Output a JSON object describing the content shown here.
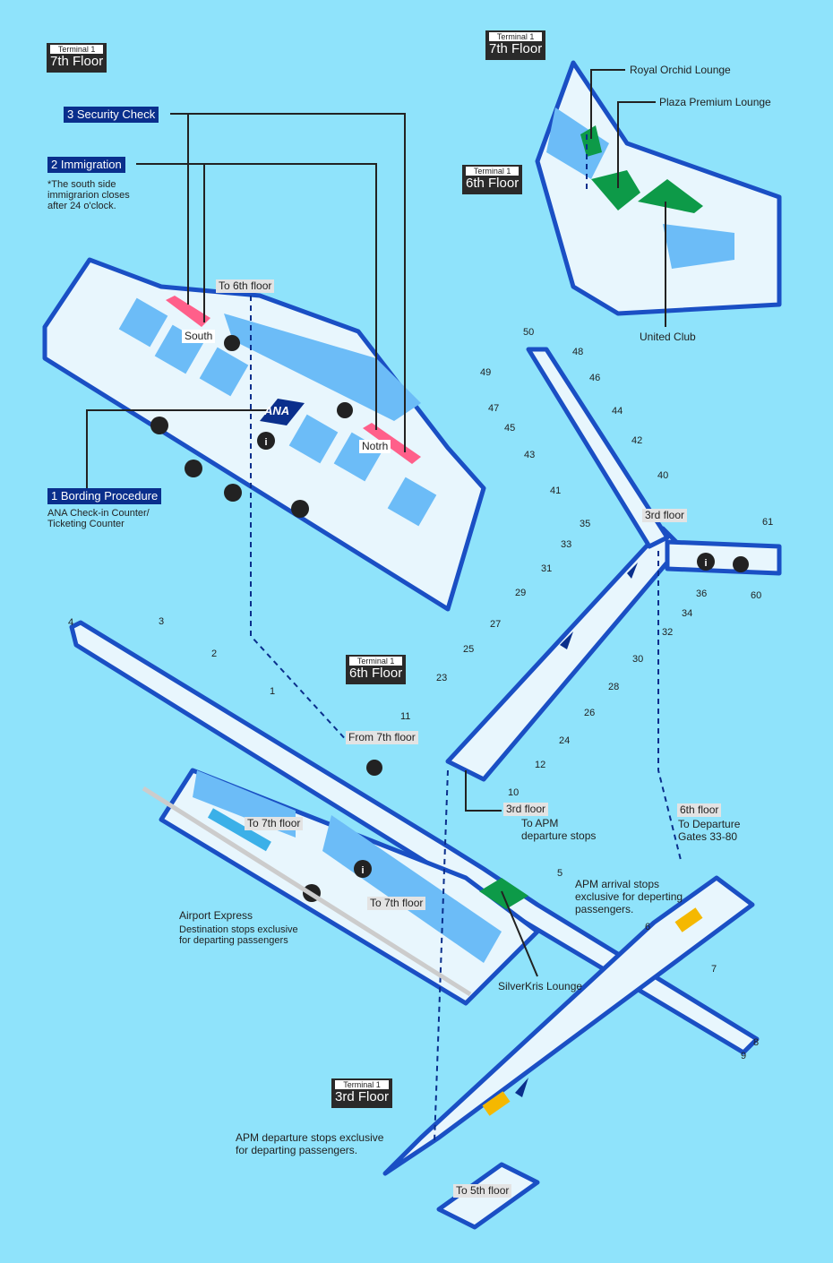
{
  "floor_badges": [
    {
      "terminal": "Terminal 1",
      "floor": "7th Floor"
    },
    {
      "terminal": "Terminal 1",
      "floor": "7th Floor"
    },
    {
      "terminal": "Terminal 1",
      "floor": "6th Floor"
    },
    {
      "terminal": "Terminal 1",
      "floor": "6th Floor"
    },
    {
      "terminal": "Terminal 1",
      "floor": "3rd Floor"
    }
  ],
  "steps": {
    "security": "3 Security Check",
    "immigration": "2 Immigration",
    "immigration_note": "*The south side\nimmigrarion closes\nafter 24 o'clock.",
    "boarding": "1 Bording Procedure",
    "boarding_note": "ANA Check-in Counter/\nTicketing Counter"
  },
  "labels": {
    "to_6th_floor": "To 6th floor",
    "south": "South",
    "north": "Notrh",
    "ana": "ANA",
    "royal_orchid": "Royal Orchid Lounge",
    "plaza_premium": "Plaza Premium Lounge",
    "united_club": "United Club",
    "third_floor_north": "3rd floor",
    "from_7th_floor": "From 7th floor",
    "third_floor": "3rd floor",
    "to_apm": "To APM\ndeparture stops",
    "sixth_floor": "6th floor",
    "to_gates": "To Departure\nGates 33-80",
    "to_7th_floor_a": "To 7th floor",
    "to_7th_floor_b": "To 7th floor",
    "apm_arrival": "APM arrival stops\nexclusive for deperting\npassengers.",
    "airport_express": "Airport Express",
    "airport_express_note": "Destination stops exclusive\nfor departing passengers",
    "silverkris": "SilverKris Lounge",
    "apm_departure": "APM departure stops exclusive\nfor departing passengers.",
    "to_5th_floor": "To 5th floor"
  },
  "gates": [
    "1",
    "2",
    "3",
    "4",
    "5",
    "6",
    "7",
    "8",
    "9",
    "10",
    "11",
    "12",
    "23",
    "24",
    "25",
    "26",
    "27",
    "28",
    "29",
    "30",
    "31",
    "32",
    "33",
    "34",
    "35",
    "36",
    "40",
    "41",
    "42",
    "43",
    "44",
    "45",
    "46",
    "47",
    "48",
    "49",
    "50",
    "60",
    "61"
  ],
  "colors": {
    "background": "#8fe3fb",
    "floor": "#e8f6fd",
    "wall": "#1a4fc4",
    "shop": "#6cbcf7",
    "lounge": "#0d9a48",
    "step": "#0a2f8c",
    "checkpoint": "#ff5f8a"
  }
}
